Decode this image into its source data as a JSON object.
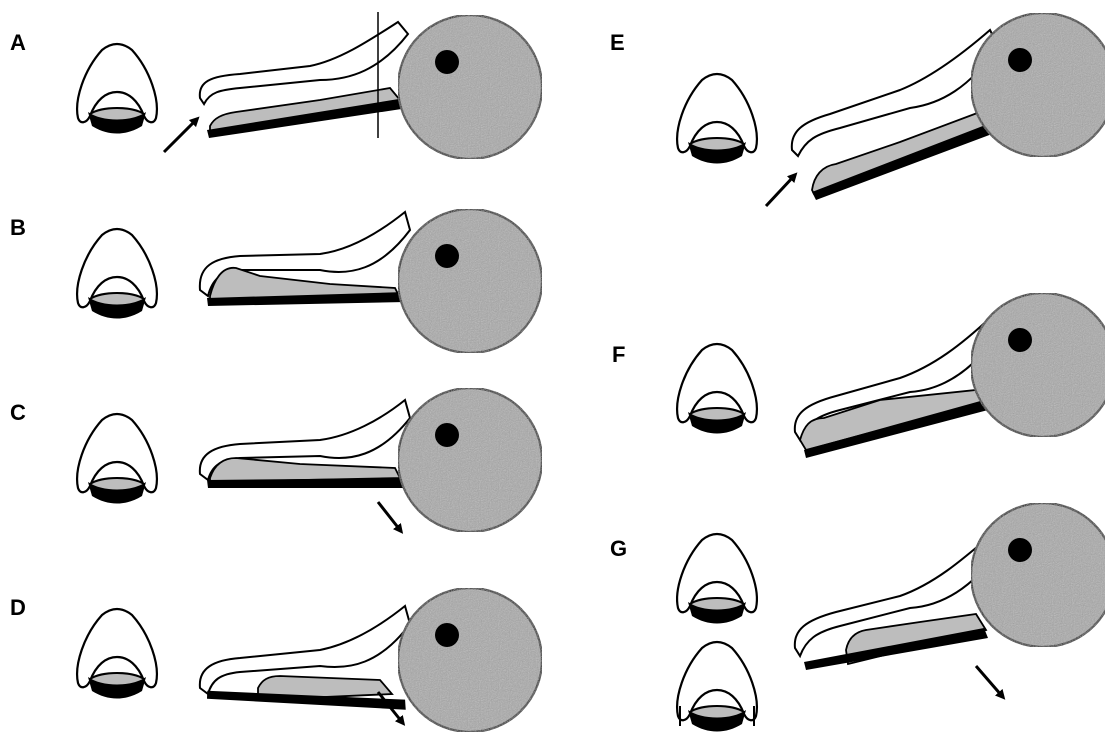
{
  "figure": {
    "panels": [
      {
        "id": "A",
        "label": "A"
      },
      {
        "id": "B",
        "label": "B"
      },
      {
        "id": "C",
        "label": "C"
      },
      {
        "id": "D",
        "label": "D"
      },
      {
        "id": "E",
        "label": "E"
      },
      {
        "id": "F",
        "label": "F"
      },
      {
        "id": "G",
        "label": "G"
      }
    ]
  },
  "colors": {
    "stroke": "#000000",
    "fill_light": "#bdbdbd",
    "fill_globe": "#a8a8a8",
    "background": "#ffffff"
  }
}
